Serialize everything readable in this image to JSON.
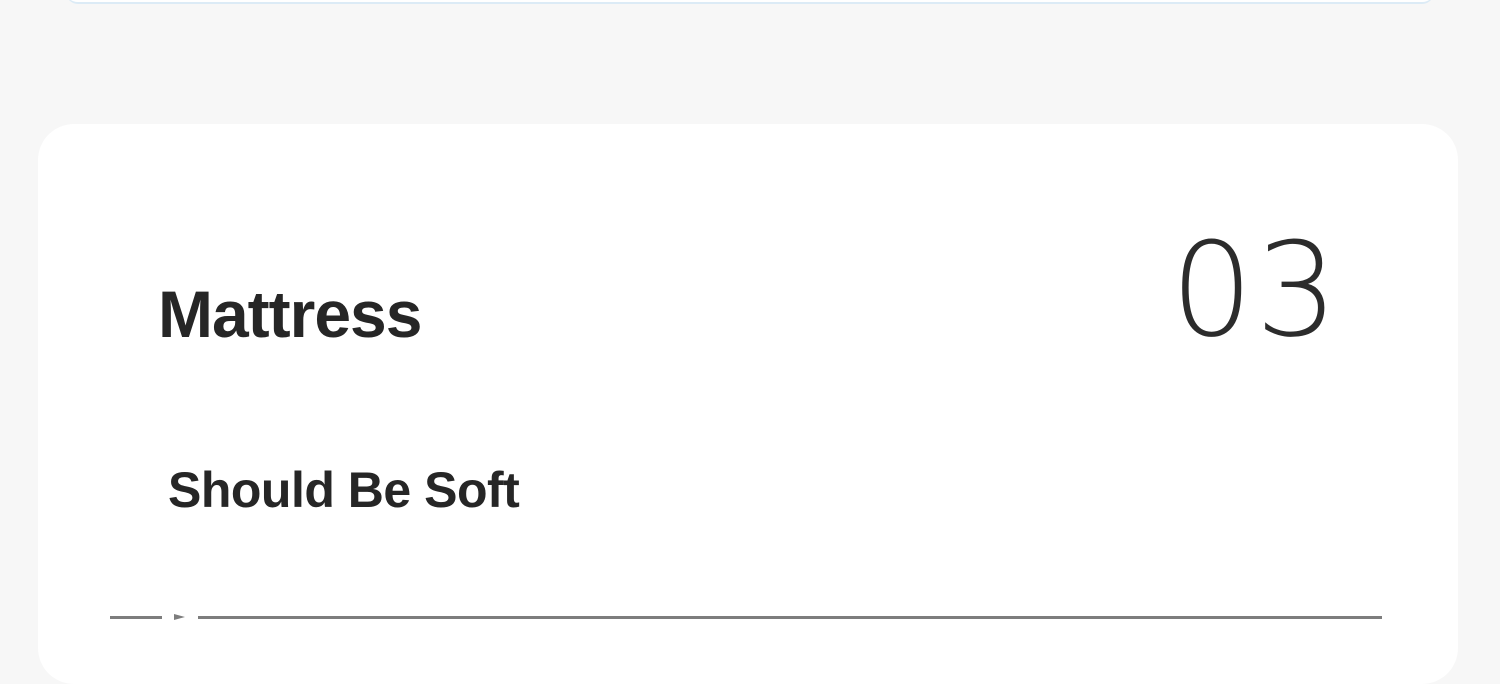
{
  "card": {
    "title": "Mattress",
    "number": "03",
    "subtitle": "Should Be Soft"
  }
}
